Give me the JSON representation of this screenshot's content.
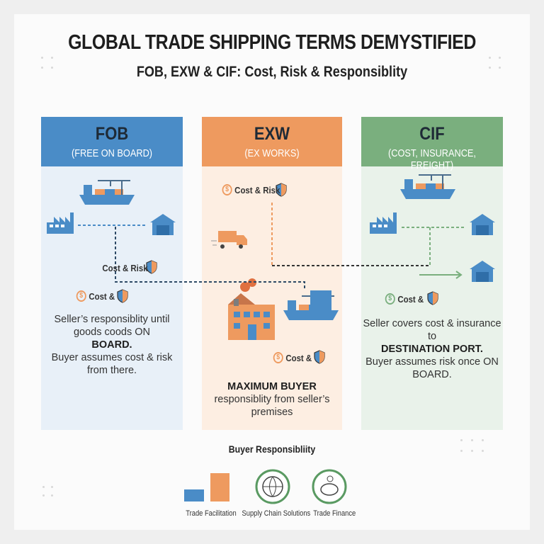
{
  "header": {
    "title": "GLOBAL TRADE SHIPPING TERMS DEMYSTIFIED",
    "subtitle": "FOB, EXW & CIF: Cost, Risk & Responsiblity"
  },
  "columns": [
    {
      "name": "FOB",
      "full": "(FREE ON BOARD)",
      "color": "#4a8cc7",
      "bg": "#e8f0f8",
      "cost_risk": "Cost & Risk",
      "cost": "Cost &",
      "desc1": "Seller’s responsiblity until goods coods ON",
      "desc_bold": "BOARD.",
      "desc2": "Buyer assumes cost & risk from there."
    },
    {
      "name": "EXW",
      "full": "(EX WORKS)",
      "color": "#ee9a5f",
      "bg": "#fdeee2",
      "cost_risk": "Cost & Risk",
      "cost": "Cost &",
      "desc_bold": "MAXIMUM BUYER",
      "desc2": "responsiblity from seller’s premises"
    },
    {
      "name": "CIF",
      "full": "(COST, INSURANCE, FREIGHT)",
      "color": "#7aaf7e",
      "bg": "#e9f2ea",
      "cost": "Cost &",
      "desc1": "Seller covers cost & insurance to",
      "desc_bold": "DESTINATION PORT.",
      "desc2": "Buyer assumes risk once ON BOARD."
    }
  ],
  "footer": {
    "heading": "Buyer Responsibliity",
    "items": [
      {
        "label": "Trade Facilitation",
        "icon": "bar-chart-icon"
      },
      {
        "label": "Supply Chain Solutions",
        "icon": "globe-handshake-icon"
      },
      {
        "label": "Trade Finance",
        "icon": "piggy-bank-icon"
      }
    ]
  }
}
